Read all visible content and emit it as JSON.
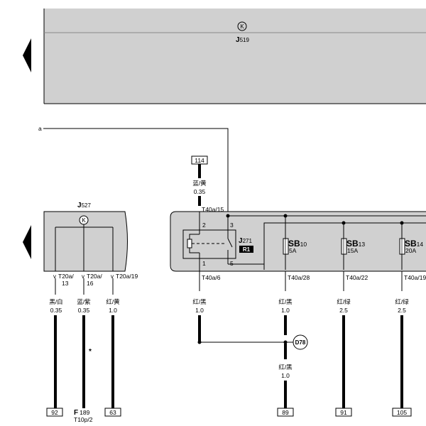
{
  "modules": {
    "j519": {
      "symbol": "K",
      "letter": "J",
      "number": "519"
    },
    "j527": {
      "symbol": "K",
      "letter": "J",
      "number": "527"
    },
    "j271": {
      "letter": "J",
      "number": "271",
      "badge": "R1"
    }
  },
  "line_a": "a",
  "connector_114": "114",
  "wire_114": {
    "color": "蓝/黄",
    "gauge": "0.35"
  },
  "pins": {
    "t40a_15": "T40a/15",
    "t40a_6": "T40a/6",
    "t40a_28": "T40a/28",
    "t40a_22": "T40a/22",
    "t40a_19": "T40a/19",
    "relay_pin_2": "2",
    "relay_pin_3": "3",
    "relay_pin_1": "1",
    "relay_pin_5": "5",
    "t20a_13_a": "T20a/",
    "t20a_13_b": "13",
    "t20a_16_a": "T20a/",
    "t20a_16_b": "16",
    "t20a_19": "T20a/19"
  },
  "fuses": [
    {
      "name": "SB",
      "num": "10",
      "rating": "5A"
    },
    {
      "name": "SB",
      "num": "13",
      "rating": "15A"
    },
    {
      "name": "SB",
      "num": "14",
      "rating": "20A"
    }
  ],
  "wires_left": [
    {
      "color": "黑/白",
      "gauge": "0.35"
    },
    {
      "color": "蓝/紫",
      "gauge": "0.35"
    },
    {
      "color": "红/黄",
      "gauge": "1.0"
    }
  ],
  "wires_right": [
    {
      "color": "红/黑",
      "gauge": "1.0"
    },
    {
      "color": "红/黑",
      "gauge": "1.0"
    },
    {
      "color": "红/绿",
      "gauge": "2.5"
    },
    {
      "color": "红/绿",
      "gauge": "2.5"
    }
  ],
  "wire_d78_lower": {
    "color": "红/黑",
    "gauge": "1.0"
  },
  "d78": "D78",
  "asterisk": "*",
  "bottom": {
    "c92": "92",
    "f189_letter": "F",
    "f189_num": "189",
    "f189_conn": "T10p/2",
    "c63": "63",
    "c89": "89",
    "c91": "91",
    "c105": "105"
  }
}
